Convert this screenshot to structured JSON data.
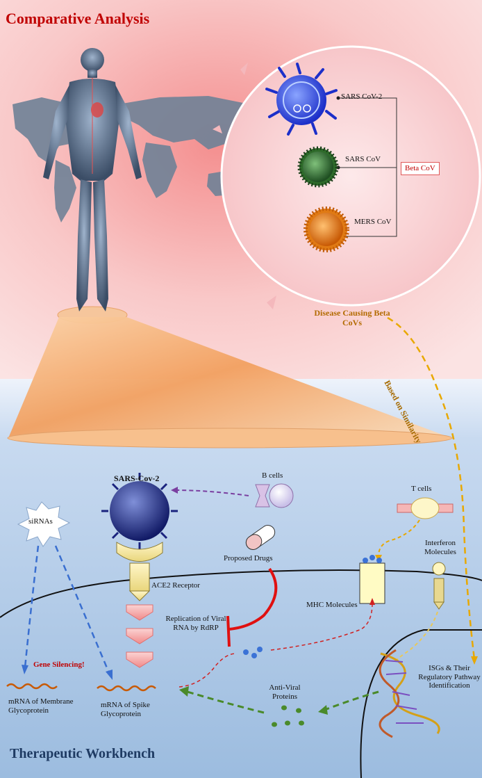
{
  "titles": {
    "top": "Comparative Analysis",
    "bottom": "Therapeutic Workbench"
  },
  "viruses": {
    "sars_cov_2": "SARS CoV-2",
    "sars_cov": "SARS CoV",
    "mers_cov": "MERS CoV",
    "group": "Beta CoV"
  },
  "links": {
    "disease_causing": "Disease Causing Beta CoVs",
    "based_on_similarity": "Based on Similarity"
  },
  "workbench": {
    "sars_cov_2": "SARS-Cov-2",
    "b_cells": "B cells",
    "t_cells": "T cells",
    "sirnas": "siRNAs",
    "proposed_drugs": "Proposed Drugs",
    "ace2": "ACE2 Receptor",
    "interferon": "Interferon Molecules",
    "mhc": "MHC Molecules",
    "replication": "Replication of Viral RNA by RdRP",
    "gene_silencing": "Gene Silencing!",
    "isgs": "ISGs & Their Regulatory Pathway Identification",
    "anti_viral": "Anti-Viral Proteins",
    "mrna_membrane": "mRNA of Membrane Glycoprotein",
    "mrna_spike": "mRNA of Spike Glycoprotein"
  },
  "colors": {
    "title_red": "#c00000",
    "title_navy": "#1f3b63",
    "link_orange": "#e8a800",
    "arrow_purple": "#7a3fa0",
    "arrow_blue": "#3a6fd0",
    "arrow_green": "#4a8a2a",
    "arrow_red": "#d02020",
    "inhibit_red": "#e01010"
  },
  "icons": {
    "human": "human-body-icon",
    "world": "world-map-icon",
    "dna": "dna-helix-icon"
  }
}
